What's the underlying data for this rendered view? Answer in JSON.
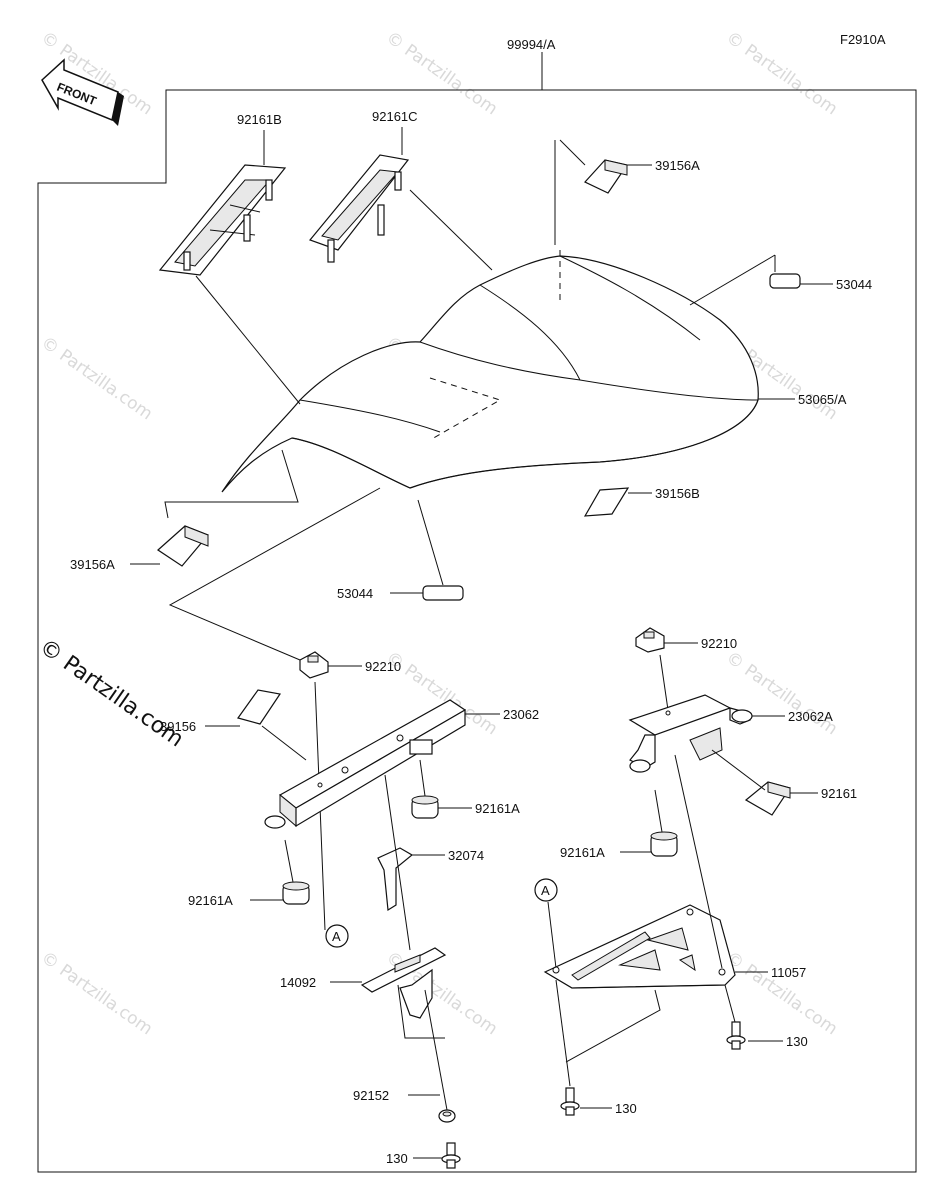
{
  "diagram_code": "F2910A",
  "front_label": "FRONT",
  "watermark": "© Partzilla.com",
  "watermark_side": "© Partzilla.com",
  "callout_a": "A",
  "parts": {
    "p99994A": "99994/A",
    "p92161B": "92161B",
    "p92161C": "92161C",
    "p39156A_top": "39156A",
    "p53044_top": "53044",
    "p53065A": "53065/A",
    "p39156B": "39156B",
    "p39156A_left": "39156A",
    "p53044_mid": "53044",
    "p92210_left": "92210",
    "p39156": "39156",
    "p23062": "23062",
    "p92161A_mid": "92161A",
    "p32074": "32074",
    "p92161A_left": "92161A",
    "p14092": "14092",
    "p92152": "92152",
    "p130_bottom_left": "130",
    "p92210_right": "92210",
    "p23062A": "23062A",
    "p92161": "92161",
    "p92161A_right": "92161A",
    "p11057": "11057",
    "p130_right": "130",
    "p130_bottom_mid": "130"
  }
}
